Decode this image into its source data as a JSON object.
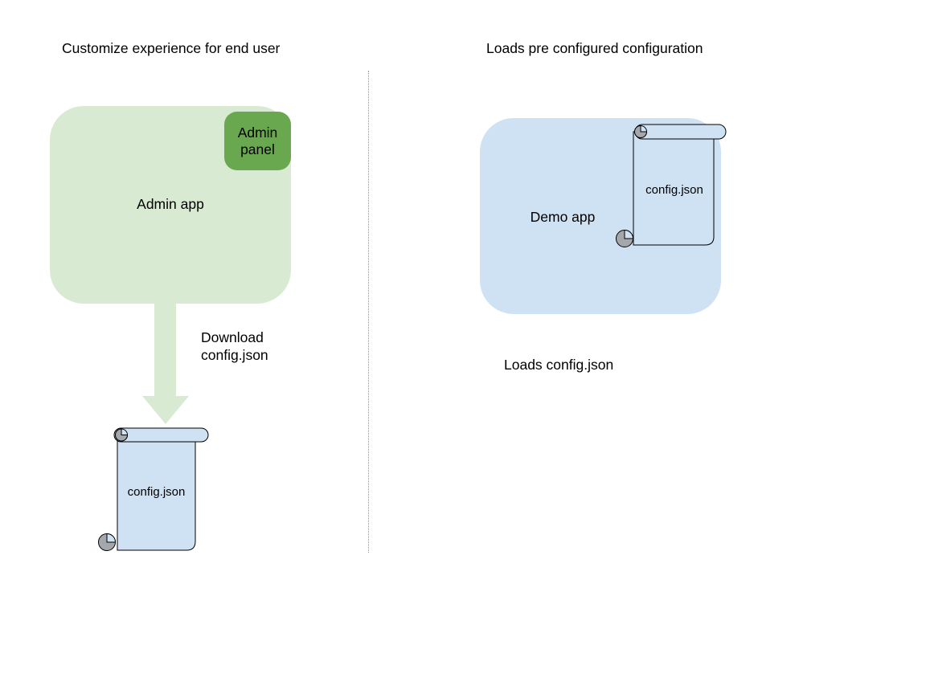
{
  "colors": {
    "light_green": "#d9ead3",
    "green": "#6aa84f",
    "light_blue": "#cfe2f3",
    "scroll_gray": "#a4a8ac",
    "outline": "#000000",
    "divider_gray": "#979797",
    "text": "#000000"
  },
  "left_section": {
    "title": "Customize experience for end user",
    "admin_app_label": "Admin app",
    "admin_panel_label": "Admin\npanel",
    "arrow_label": "Download\nconfig.json",
    "config_file_label": "config.json"
  },
  "right_section": {
    "title": "Loads pre configured configuration",
    "demo_app_label": "Demo app",
    "config_file_label": "config.json",
    "caption": "Loads config.json"
  }
}
